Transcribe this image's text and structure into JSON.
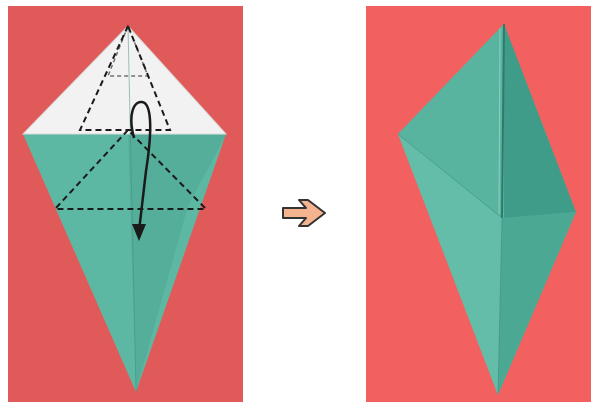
{
  "diagram": {
    "colors": {
      "background_before": "#E15A5A",
      "background_after": "#F26060",
      "paper_green": "#5DB8A3",
      "paper_green_shadow": "#479C89",
      "paper_white": "#F2F2F2",
      "fold_line": "#1A1A1A",
      "arrow_fill": "#F3B48F",
      "arrow_outline": "#333333"
    },
    "steps": [
      {
        "panel": "before",
        "shape": "kite",
        "fold_lines": "dashed",
        "fold_arrow": "fold-down-arrow-icon"
      },
      {
        "panel": "after",
        "shape": "kite"
      }
    ],
    "transition_icon": "right-arrow-icon"
  }
}
